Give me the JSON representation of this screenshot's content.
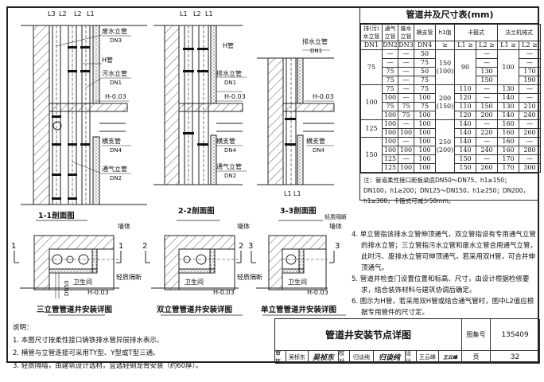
{
  "table": {
    "title": "管道井及尺寸表(mm)",
    "headers": {
      "dn1": "排(污)水立管",
      "dn1_sub": "DN1",
      "dn2": "通气立管",
      "dn2_sub": "DN2",
      "dn3": "废水立管",
      "dn3_sub": "DN3",
      "dn4": "横支管",
      "dn4_sub": "DN4",
      "h1": "h1值",
      "h1_sub": "≥",
      "clamp": "卡箍式",
      "flange": "法兰机械式",
      "l1": "L1 ≥",
      "l2": "L2 ≥"
    },
    "groups": [
      {
        "dn1": "75",
        "h1": "150\n(100)",
        "h1_span": 4,
        "clamp_l1_merged": "90",
        "flange_l1_merged": "100",
        "rows": [
          [
            "—",
            "—",
            "50",
            "",
            "—",
            "",
            "—"
          ],
          [
            "—",
            "—",
            "75",
            "",
            "—",
            "",
            "—"
          ],
          [
            "75",
            "—",
            "50",
            "",
            "130",
            "",
            "170"
          ],
          [
            "75",
            "—",
            "75",
            "",
            "150",
            "",
            "190"
          ]
        ]
      },
      {
        "dn1": "100",
        "h1": "200\n(150)",
        "h1_span": 4,
        "rows": [
          [
            "75",
            "—",
            "75",
            "110",
            "—",
            "130",
            "—"
          ],
          [
            "100",
            "—",
            "100",
            "120",
            "—",
            "140",
            "—"
          ],
          [
            "75",
            "75",
            "75",
            "110",
            "150",
            "130",
            "210"
          ],
          [
            "100",
            "75",
            "100",
            "120",
            "200",
            "140",
            "240"
          ]
        ]
      },
      {
        "dn1": "125",
        "h1": "250\n(200)",
        "h1_span": 6,
        "rows": [
          [
            "100",
            "—",
            "100",
            "140",
            "—",
            "160",
            "—"
          ],
          [
            "100",
            "100",
            "100",
            "140",
            "220",
            "160",
            "260"
          ]
        ]
      },
      {
        "dn1": "150",
        "rows": [
          [
            "100",
            "—",
            "100",
            "140",
            "—",
            "160",
            "—"
          ],
          [
            "100",
            "100",
            "100",
            "140",
            "240",
            "160",
            "280"
          ],
          [
            "125",
            "—",
            "100",
            "150",
            "—",
            "170",
            "—"
          ],
          [
            "125",
            "100",
            "100",
            "150",
            "260",
            "170",
            "300"
          ]
        ]
      }
    ],
    "note": "注：管道柔性接口距板梁底DN50～DN75，h1≥150；DN100，h1≥200；DN125～DN150，h1≥250；DN200，h1≥300，卡箍式可减少50mm。"
  },
  "drawings": {
    "s1": {
      "title": "1-1剖面图",
      "waste": "废水立管",
      "dn3": "DN3",
      "h_pipe": "H管",
      "sewage": "污水立管",
      "dn1": "DN1",
      "elev": "H-0.03",
      "branch": "横支管",
      "dn4": "DN4",
      "vent": "通气立管",
      "dn2": "DN2",
      "dims": [
        "L3",
        "L2",
        "L2",
        "L1"
      ]
    },
    "s2": {
      "title": "2-2剖面图",
      "h_pipe": "H管",
      "drain": "排水立管",
      "dn1": "DN1",
      "elev": "H-0.03",
      "branch": "横支管",
      "dn4": "DN4",
      "vent": "通气立管",
      "dn2": "DN2",
      "dims": [
        "L1",
        "L2",
        "L1"
      ]
    },
    "s3": {
      "title": "3-3剖面图",
      "drain": "排水立管",
      "dn1": "DN1",
      "elev": "H-0.03",
      "branch": "横支管",
      "dn4": "DN4",
      "dims": [
        "L1",
        "L1"
      ]
    },
    "p1": {
      "title": "三立管管道井安装详图",
      "wall": "墙体",
      "partition": "轻质隔断",
      "room": "卫生间",
      "elev": "H-0.03",
      "dn50": "DN50",
      "mark": "1"
    },
    "p2": {
      "title": "双立管管道井安装详图",
      "wall": "墙体",
      "partition": "轻质隔断",
      "room": "卫生间",
      "elev": "H-0.03",
      "mark": "2"
    },
    "p3": {
      "title": "单立管管道井安装详图",
      "wall": "墙体",
      "partition": "轻质隔断",
      "room": "卫生间",
      "elev": "H-0.03",
      "mark": "3"
    }
  },
  "notes_right": [
    "4. 单立管指该排水立管伸顶通气，双立管指设有专用通气立管的排水立管；三立管指污水立管和废水立管合用通气立管，此时污、废排水立管可伸顶通气，若采用双H管，可合并伸顶通气。",
    "5. 管道井检查门设置位置和标高、尺寸，由设计根据检修要求，结合装饰材料与建筑协调后确定。",
    "6. 图示为H管，若采用双H管或结合通气管时，图中L2值应根据专用管件的尺寸定。"
  ],
  "notes_left": {
    "heading": "说明：",
    "items": [
      "1. 本图尺寸按柔性接口铸铁排水管异层排水表示。",
      "2. 横管与立管连接可采用TY型、Y型或T型三通。",
      "3. 轻质隔墙，由建筑设计选材，宜选轻钢龙骨安装（约60厚）。"
    ]
  },
  "title_block": {
    "title": "管道井安装节点详图",
    "atlas_label": "图集号",
    "atlas_no": "13S409",
    "review_label": "审核",
    "reviewer": "吴桢东",
    "reviewer_sig": "吴祯东",
    "check_label": "校对",
    "checker": "归谈纯",
    "checker_sig": "归谈纯",
    "design_label": "设计",
    "designer": "王云峰",
    "designer_sig": "王云峰",
    "page_label": "页",
    "page_no": "32"
  }
}
